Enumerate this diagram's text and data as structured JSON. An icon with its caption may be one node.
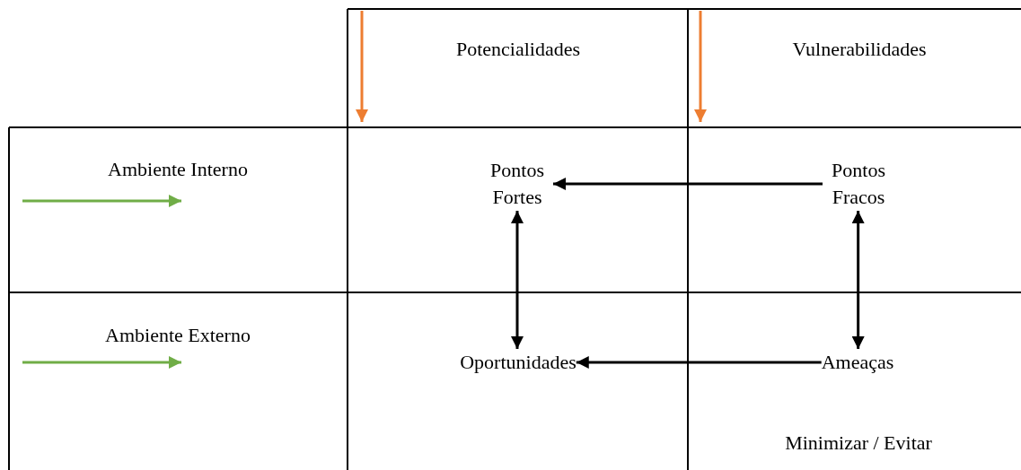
{
  "diagram": {
    "nodes": [
      {
        "text": [
          "Potencialidades"
        ]
      },
      {
        "text": [
          "Vulnerabilidades"
        ]
      },
      {
        "text": [
          "Ambiente Interno"
        ]
      },
      {
        "text": [
          "Pontos Fortes"
        ]
      },
      {
        "text": [
          "Pontos Fracos"
        ]
      },
      {
        "text": [
          "Ambiente Externo"
        ]
      },
      {
        "text": [
          "Oportunidades"
        ]
      },
      {
        "text": [
          "Ameaças"
        ]
      }
    ],
    "edges": [
      {
        "from": 4,
        "to": 3,
        "arrow": "to"
      },
      {
        "from": 3,
        "to": 6,
        "arrow": "both"
      },
      {
        "from": 4,
        "to": 7,
        "arrow": "both"
      },
      {
        "from": 7,
        "to": 6,
        "arrow": "to"
      }
    ],
    "labels": [
      "Minimizar / Evitar"
    ]
  }
}
